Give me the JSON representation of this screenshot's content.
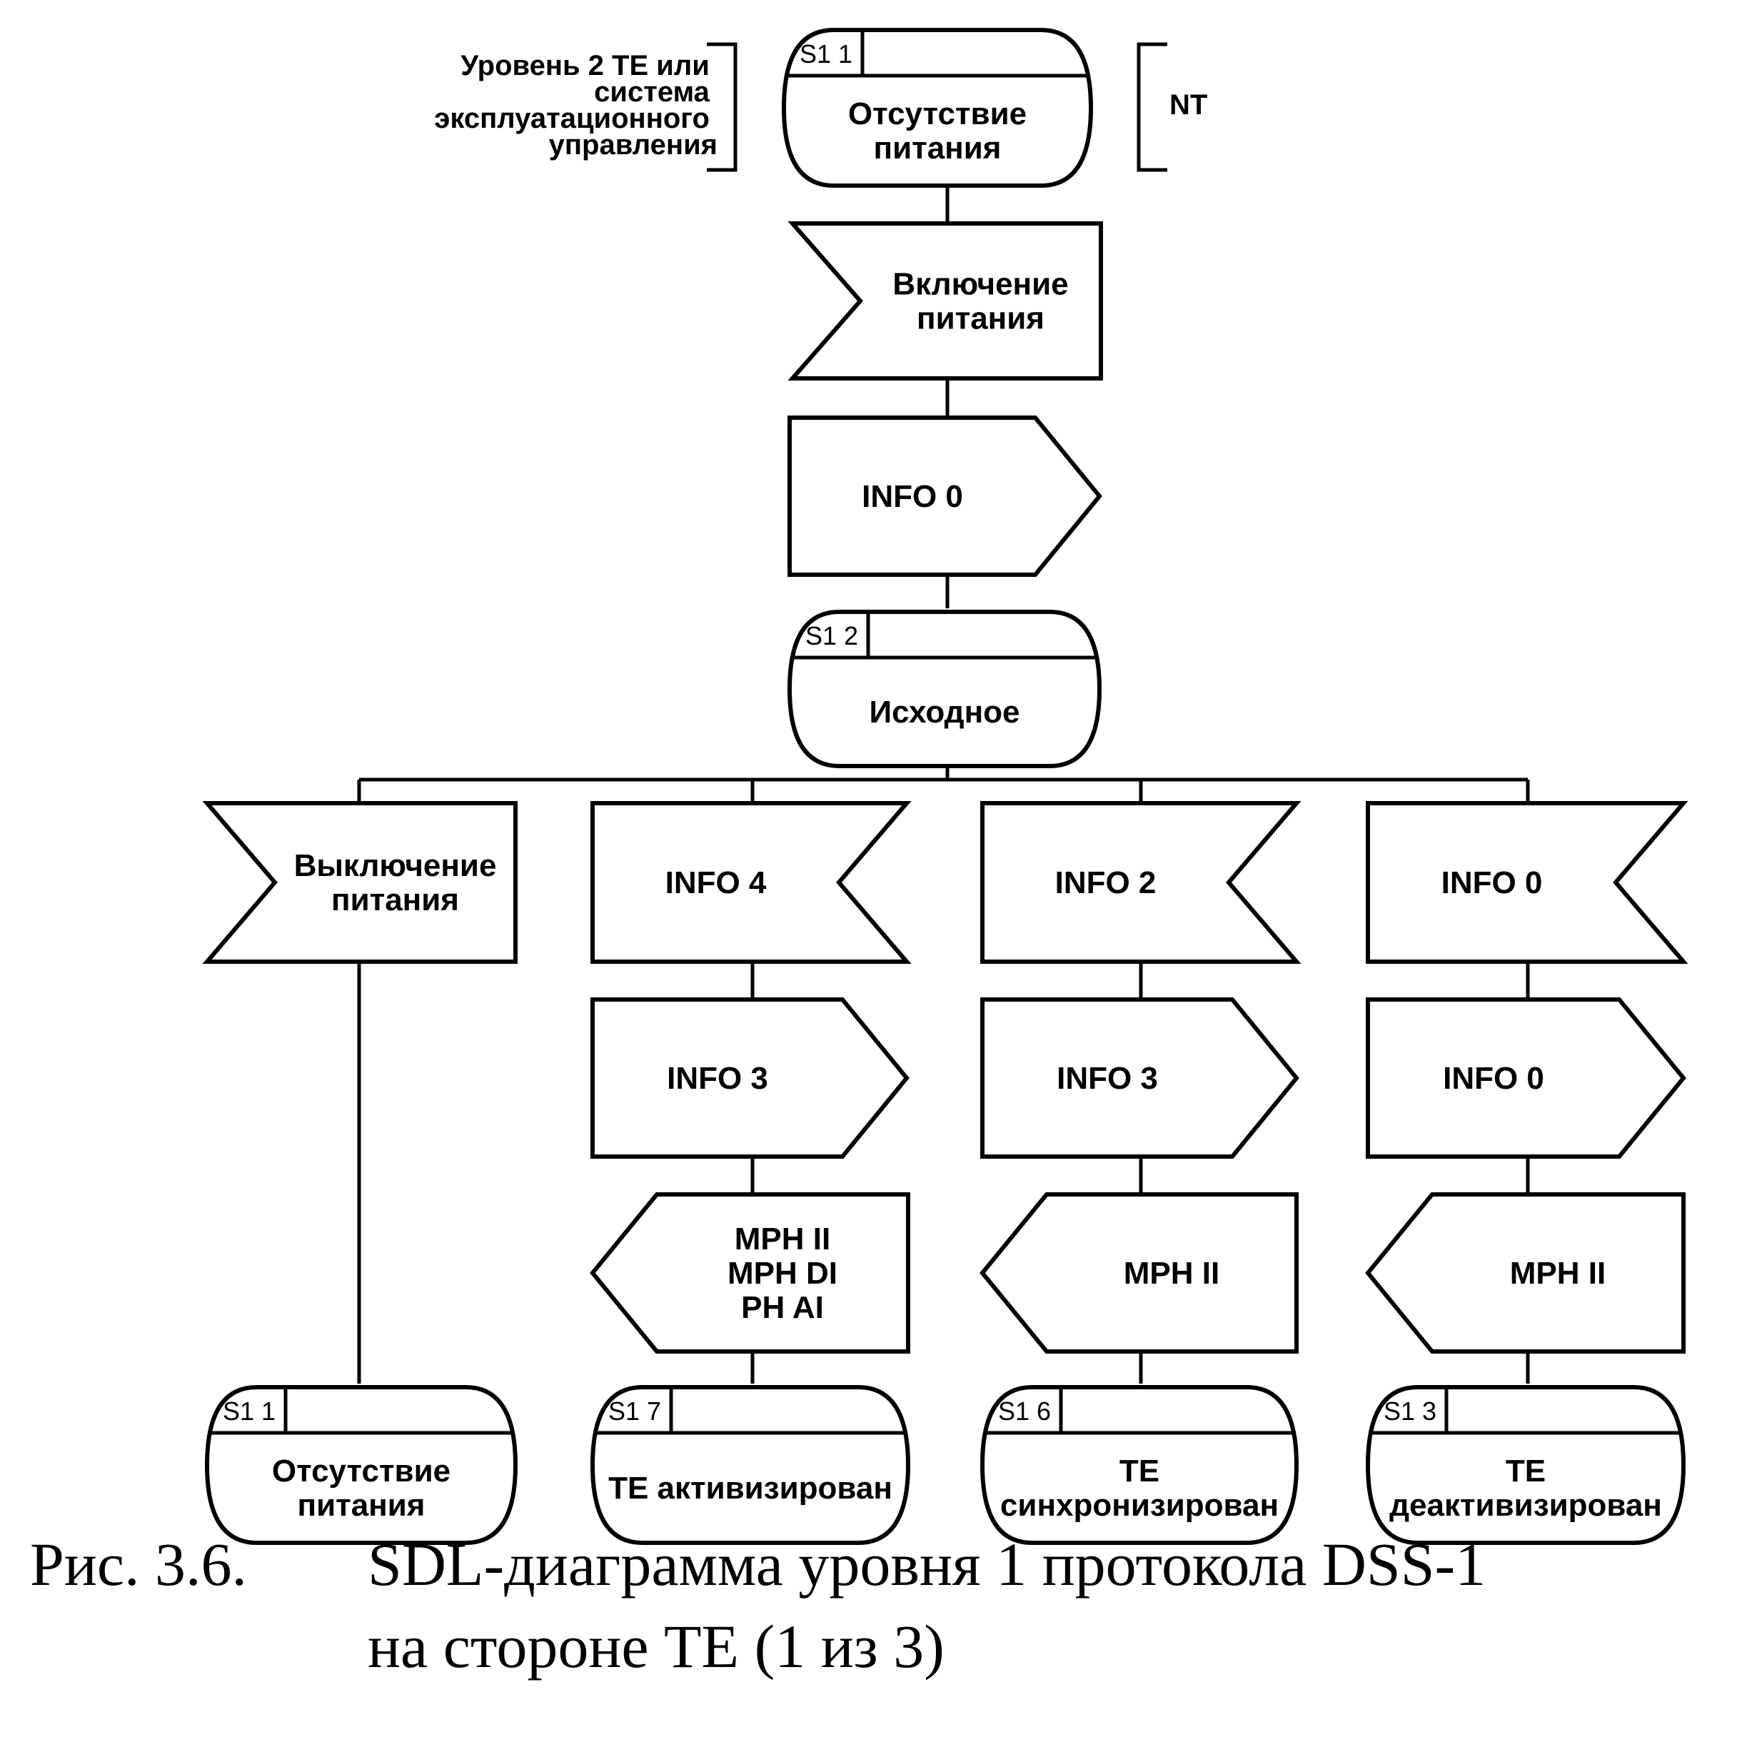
{
  "side_labels": {
    "left": [
      "Уровень 2 TE или",
      "система",
      "эксплуатационного",
      "управления"
    ],
    "right": "NT"
  },
  "nodes": {
    "s11_top": {
      "id": "S1 1",
      "lines": [
        "Отсутствие",
        "питания"
      ]
    },
    "power_on": {
      "lines": [
        "Включение",
        "питания"
      ]
    },
    "info0_out_top": {
      "lines": [
        "INFO 0"
      ]
    },
    "s12": {
      "id": "S1 2",
      "lines": [
        "Исходное"
      ]
    },
    "power_off": {
      "lines": [
        "Выключение",
        "питания"
      ]
    },
    "info4_in": {
      "lines": [
        "INFO 4"
      ]
    },
    "info3_out_a": {
      "lines": [
        "INFO 3"
      ]
    },
    "mph_a": {
      "lines": [
        "MPH  II",
        "MPH  DI",
        "PH  AI"
      ]
    },
    "s17": {
      "id": "S1 7",
      "lines": [
        "TE активизирован"
      ]
    },
    "info2_in": {
      "lines": [
        "INFO 2"
      ]
    },
    "info3_out_b": {
      "lines": [
        "INFO 3"
      ]
    },
    "mph_b": {
      "lines": [
        "MPH  II"
      ]
    },
    "s16": {
      "id": "S1 6",
      "lines": [
        "TE",
        "синхронизирован"
      ]
    },
    "info0_in": {
      "lines": [
        "INFO 0"
      ]
    },
    "info0_out_c": {
      "lines": [
        "INFO 0"
      ]
    },
    "mph_c": {
      "lines": [
        "MPH  II"
      ]
    },
    "s13": {
      "id": "S1 3",
      "lines": [
        "TE",
        "деактивизирован"
      ]
    },
    "s11_bottom": {
      "id": "S1 1",
      "lines": [
        "Отсутствие",
        "питания"
      ]
    }
  },
  "caption": {
    "number": "Рис. 3.6.",
    "line1": "SDL-диаграмма уровня 1 протокола DSS-1",
    "line2": "на стороне TE (1 из 3)"
  }
}
